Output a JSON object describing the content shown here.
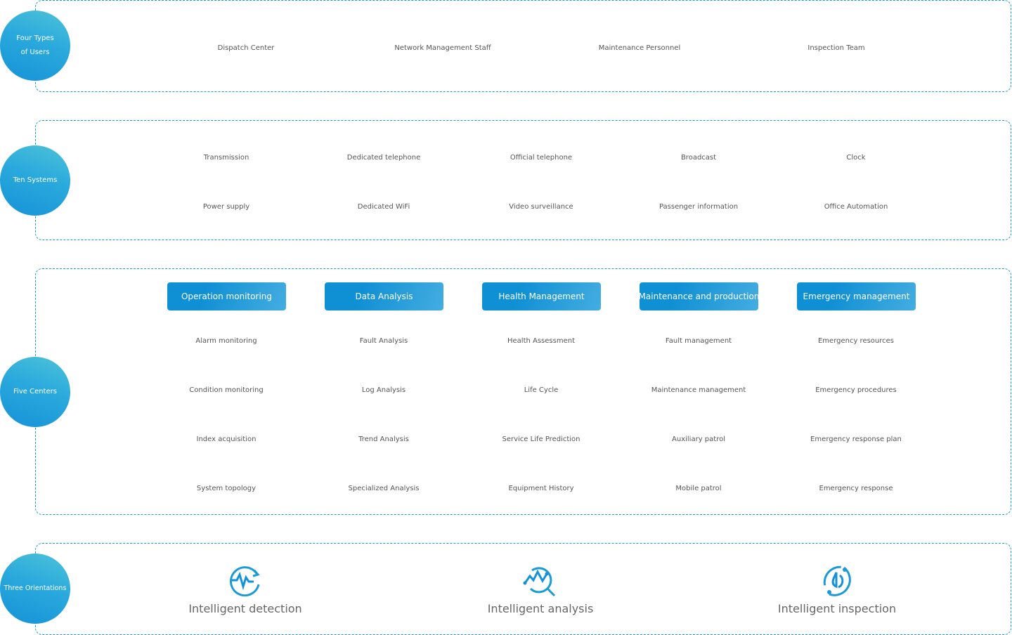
{
  "users": {
    "label": "Four Types of Users",
    "label_l1": "Four Types",
    "label_l2": "of Users",
    "items": [
      "Dispatch Center",
      "Network Management Staff",
      "Maintenance Personnel",
      "Inspection Team"
    ]
  },
  "systems": {
    "label": "Ten Systems",
    "row1": [
      "Transmission",
      "Dedicated telephone",
      "Official telephone",
      "Broadcast",
      "Clock"
    ],
    "row2": [
      "Power supply",
      "Dedicated WiFi",
      "Video surveillance",
      "Passenger information",
      "Office Automation"
    ]
  },
  "centers": {
    "label": "Five Centers",
    "columns": [
      {
        "title": "Operation monitoring",
        "items": [
          "Alarm monitoring",
          "Condition monitoring",
          "Index acquisition",
          "System topology"
        ]
      },
      {
        "title": "Data Analysis",
        "items": [
          "Fault Analysis",
          "Log Analysis",
          "Trend Analysis",
          "Specialized Analysis"
        ]
      },
      {
        "title": "Health Management",
        "items": [
          "Health Assessment",
          "Life Cycle",
          "Service Life Prediction",
          "Equipment History"
        ]
      },
      {
        "title": "Maintenance and production",
        "items": [
          "Fault management",
          "Maintenance management",
          "Auxiliary patrol",
          "Mobile patrol"
        ]
      },
      {
        "title": "Emergency management",
        "items": [
          "Emergency resources",
          "Emergency procedures",
          "Emergency response plan",
          "Emergency response"
        ]
      }
    ]
  },
  "orientations": {
    "label": "Three Orientations",
    "items": [
      {
        "label": "Intelligent detection",
        "icon": "pulse-refresh-icon"
      },
      {
        "label": "Intelligent analysis",
        "icon": "trend-search-icon"
      },
      {
        "label": "Intelligent inspection",
        "icon": "gauge-cycle-icon"
      }
    ]
  },
  "colors": {
    "accent": "#1a9ad6"
  }
}
